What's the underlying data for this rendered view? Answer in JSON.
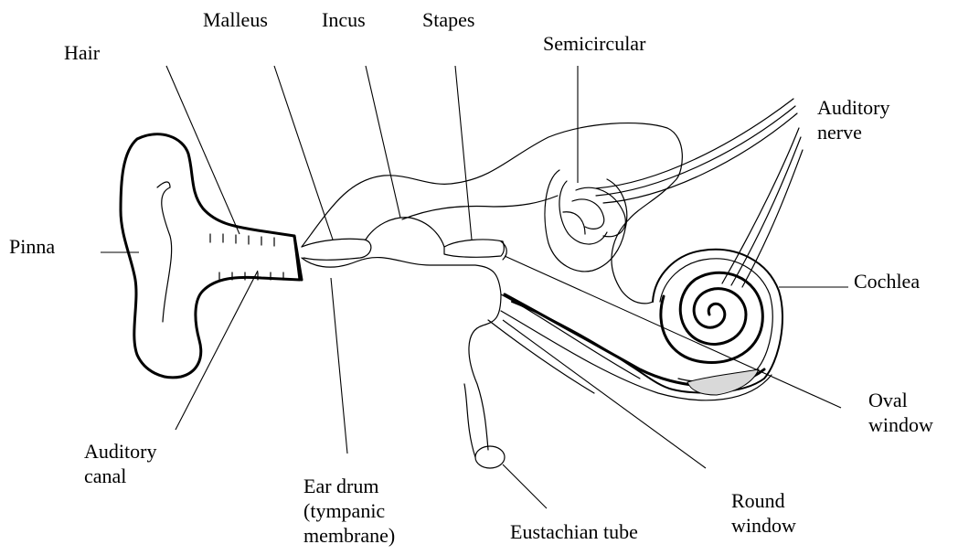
{
  "diagram": {
    "labels": {
      "malleus": "Malleus",
      "incus": "Incus",
      "stapes": "Stapes",
      "semicircular": "Semicircular",
      "hair": "Hair",
      "auditory_nerve": "Auditory\nnerve",
      "pinna": "Pinna",
      "cochlea": "Cochlea",
      "oval_window": "Oval\nwindow",
      "auditory_canal": "Auditory\ncanal",
      "ear_drum": "Ear drum\n(tympanic\nmembrane)",
      "eustachian_tube": "Eustachian tube",
      "round_window": "Round\nwindow"
    }
  }
}
